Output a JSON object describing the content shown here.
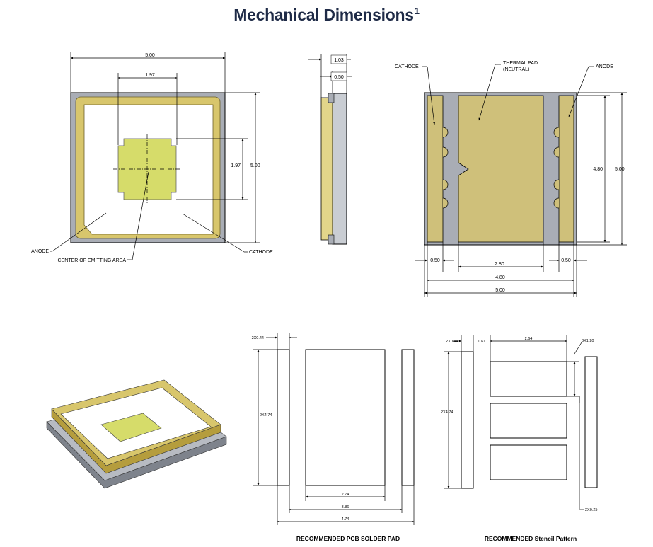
{
  "title": "Mechanical Dimensions",
  "title_footnote": "1",
  "colors": {
    "ceramic": "#a9adb5",
    "frame": "#d8c66c",
    "pad": "#cfc07a",
    "die": "#d6dc6a",
    "side_gray": "#c9cdd3"
  },
  "top_view": {
    "dim_width": "5.00",
    "dim_die": "1.97",
    "dim_die_height": "1.97",
    "dim_height": "5.00",
    "label_anode": "ANODE",
    "label_center": "CENTER OF EMITTING AREA",
    "label_cathode": "CATHODE"
  },
  "side_view": {
    "dim_thickness": "1.03",
    "dim_base": "0.50"
  },
  "bottom_view": {
    "label_cathode": "CATHODE",
    "label_thermal_line1": "THERMAL PAD",
    "label_thermal_line2": "(NEUTRAL)",
    "label_anode": "ANODE",
    "dim_pad_height": "4.80",
    "dim_height": "5.00",
    "dim_left_pad": "0.50",
    "dim_thermal": "2.80",
    "dim_right_pad": "0.50",
    "dim_inner": "4.80",
    "dim_outer": "5.00"
  },
  "pcb_pad": {
    "dim_pad_width": "2X0.44",
    "dim_pad_length": "2X4.74",
    "dim_center": "2.74",
    "dim_inner": "3.86",
    "dim_outer": "4.74",
    "caption": "RECOMMENDED PCB SOLDER PAD"
  },
  "stencil": {
    "dim_pad_width": "2X0.44",
    "dim_gap": "0.61",
    "dim_window": "2.64",
    "dim_window_height": "3X1.20",
    "dim_pad_length": "2X4.74",
    "dim_spacing": "2X0.25",
    "caption": "RECOMMENDED  Stencil Pattern"
  }
}
